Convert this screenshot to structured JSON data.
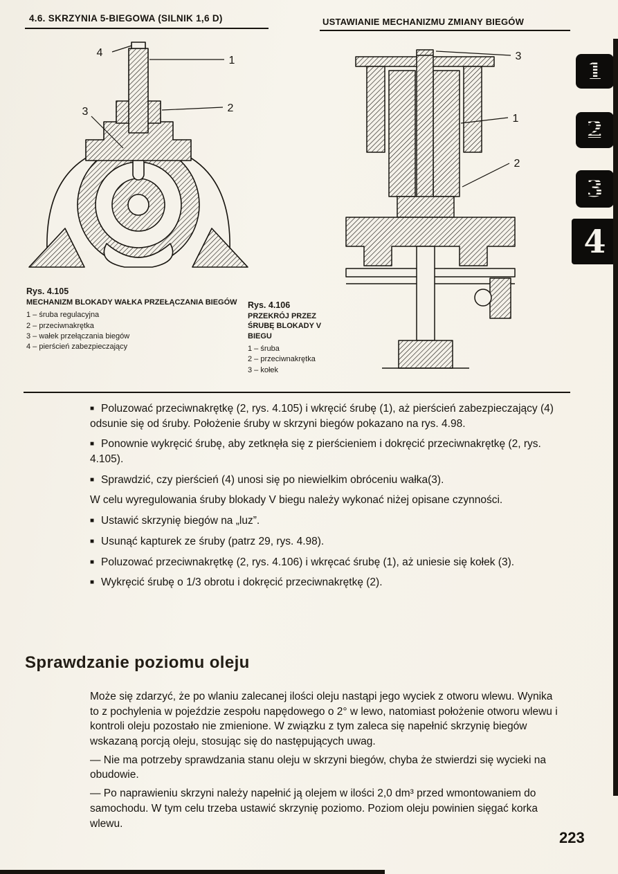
{
  "page": {
    "header_left": "4.6. SKRZYNIA 5-BIEGOWA (SILNIK 1,6 D)",
    "header_right": "USTAWIANIE MECHANIZMU ZMIANY BIEGÓW",
    "page_number": "223"
  },
  "icons": {
    "bullet": "■"
  },
  "colors": {
    "paper": "#f5f2ea",
    "ink": "#17140f",
    "tab": "#0d0c0a"
  },
  "tabs": [
    {
      "label": "1",
      "active": false
    },
    {
      "label": "2",
      "active": false
    },
    {
      "label": "3",
      "active": false
    },
    {
      "label": "4",
      "active": true
    }
  ],
  "figures": [
    {
      "caption_title": "Rys. 4.105",
      "caption_subtitle": "MECHANIZM BLOKADY WAŁKA PRZEŁĄCZANIA BIEGÓW",
      "legend": [
        "1 –  śruba regulacyjna",
        "2 –  przeciwnakrętka",
        "3 –  wałek przełączania biegów",
        "4 –  pierścień zabezpieczający"
      ],
      "callouts": [
        "1",
        "2",
        "3",
        "4"
      ]
    },
    {
      "caption_title": "Rys. 4.106",
      "caption_subtitle": "PRZEKRÓJ PRZEZ ŚRUBĘ BLOKADY V BIEGU",
      "legend": [
        "1 –  śruba",
        "2 –  przeciwnakrętka",
        "3 –  kołek"
      ],
      "callouts": [
        "1",
        "2",
        "3"
      ]
    }
  ],
  "instructions": [
    {
      "type": "bullet",
      "text": "Poluzować przeciwnakrętkę (2, rys. 4.105) i wkręcić śrubę (1), aż pierścień zabezpieczający (4) odsunie się od śruby. Położenie śruby w skrzyni biegów pokazano na rys. 4.98."
    },
    {
      "type": "bullet",
      "text": "Ponownie wykręcić śrubę, aby zetknęła się z pierścieniem i dokręcić przeciwnakrętkę (2, rys. 4.105)."
    },
    {
      "type": "bullet",
      "text": "Sprawdzić, czy pierścień (4) unosi się po niewielkim obróceniu wałka(3)."
    },
    {
      "type": "plain",
      "text": "W celu wyregulowania śruby blokady V biegu należy wykonać niżej opisane czynności."
    },
    {
      "type": "bullet",
      "text": "Ustawić skrzynię biegów na „luz”."
    },
    {
      "type": "bullet",
      "text": "Usunąć kapturek ze śruby (patrz 29, rys. 4.98)."
    },
    {
      "type": "bullet",
      "text": "Poluzować przeciwnakrętkę (2, rys. 4.106) i wkręcać śrubę (1), aż uniesie się kołek (3)."
    },
    {
      "type": "bullet",
      "text": "Wykręcić śrubę o 1/3 obrotu i dokręcić przeciwnakrętkę (2)."
    }
  ],
  "section": {
    "heading": "Sprawdzanie poziomu oleju",
    "paragraphs": [
      "Może się zdarzyć, że po wlaniu zalecanej ilości oleju nastąpi jego wyciek z otworu wlewu. Wynika to z pochylenia w pojeździe zespołu napędowego o 2° w lewo, natomiast położenie otworu wlewu i kontroli oleju pozostało nie zmienione. W związku z tym zaleca się napełnić skrzynię biegów wskazaną porcją oleju, stosując się do następujących uwag.",
      "—  Nie ma potrzeby sprawdzania stanu oleju w skrzyni biegów, chyba że stwierdzi się wycieki na obudowie.",
      "—  Po naprawieniu skrzyni należy napełnić ją olejem w ilości 2,0 dm³ przed wmontowaniem do samochodu. W tym celu trzeba ustawić skrzynię poziomo. Poziom oleju powinien sięgać korka wlewu."
    ]
  }
}
